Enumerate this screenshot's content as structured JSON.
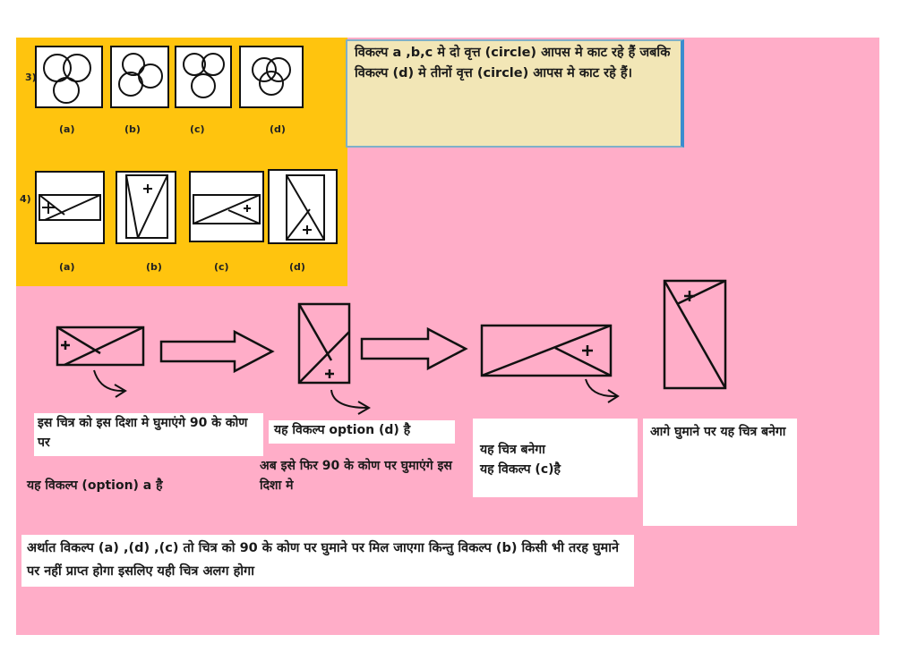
{
  "questions": [
    {
      "number": "3)",
      "options": [
        "(a)",
        "(b)",
        "(c)",
        "(d)"
      ]
    },
    {
      "number": "4)",
      "options": [
        "(a)",
        "(b)",
        "(c)",
        "(d)"
      ]
    }
  ],
  "explanation_top": "विकल्प a ,b,c मे दो वृत्त (circle) आपस मे काट रहे हैं जबकि विकल्प (d) मे तीनों वृत्त (circle) आपस मे काट रहे हैं।",
  "steps": {
    "step1": "इस चित्र को इस दिशा मे घुमाएंगे 90 के कोण पर",
    "step1_option": "यह विकल्प (option) a है",
    "step2": "यह विकल्प option (d) है",
    "step2_rotate": "अब इसे फिर 90 के कोण पर घुमाएंगे इस दिशा मे",
    "step3": "यह चित्र बनेगा\nयह  विकल्प (c)है",
    "step4": "आगे घुमाने पर यह चित्र बनेगा"
  },
  "conclusion": "अर्थात विकल्प (a) ,(d) ,(c) तो चित्र को 90 के कोण पर घुमाने पर मिल जाएगा किन्तु विकल्प (b) किसी भी तरह घुमाने पर नहीं प्राप्त होगा इसलिए यही चित्र अलग होगा",
  "colors": {
    "background": "#ffadc8",
    "panel": "#ffc40e",
    "note": "#f2e6b6"
  }
}
